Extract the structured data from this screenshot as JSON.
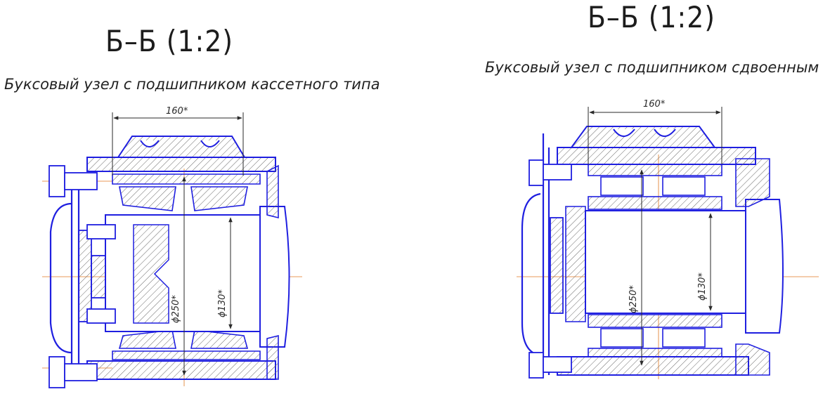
{
  "colors": {
    "outline": "#1f1fe0",
    "hatch": "#6a6a6a",
    "axis": "#e07820",
    "dimension": "#2a2a2a",
    "background": "#ffffff"
  },
  "views": {
    "left": {
      "title": "Б–Б (1:2)",
      "caption": "Буксовый узел с подшипником кассетного типа",
      "dim_length": "160*",
      "dim_outer_diameter": "ϕ250*",
      "dim_inner_diameter": "ϕ130*"
    },
    "right": {
      "title": "Б–Б (1:2)",
      "caption": "Буксовый узел с подшипником сдвоенным",
      "dim_length": "160*",
      "dim_outer_diameter": "ϕ250*",
      "dim_inner_diameter": "ϕ130*"
    }
  }
}
